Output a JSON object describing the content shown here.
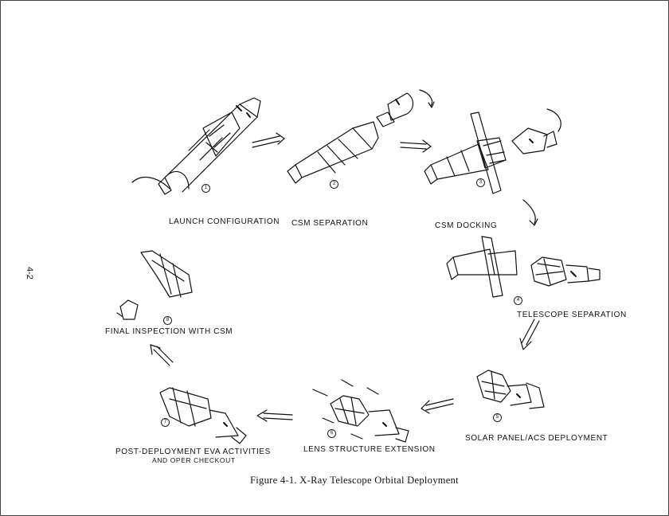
{
  "page_number": "4-2",
  "caption": "Figure 4-1. X-Ray Telescope Orbital Deployment",
  "steps": [
    {
      "num": "1",
      "label": "LAUNCH CONFIGURATION"
    },
    {
      "num": "2",
      "label": "CSM SEPARATION"
    },
    {
      "num": "3",
      "label": "CSM DOCKING"
    },
    {
      "num": "4",
      "label": "TELESCOPE SEPARATION"
    },
    {
      "num": "5",
      "label": "SOLAR PANEL/ACS DEPLOYMENT"
    },
    {
      "num": "6",
      "label": "LENS STRUCTURE EXTENSION"
    },
    {
      "num": "7",
      "label": "POST-DEPLOYMENT EVA ACTIVITIES",
      "label2": "AND OPER CHECKOUT"
    },
    {
      "num": "8",
      "label": "FINAL INSPECTION WITH CSM"
    }
  ]
}
